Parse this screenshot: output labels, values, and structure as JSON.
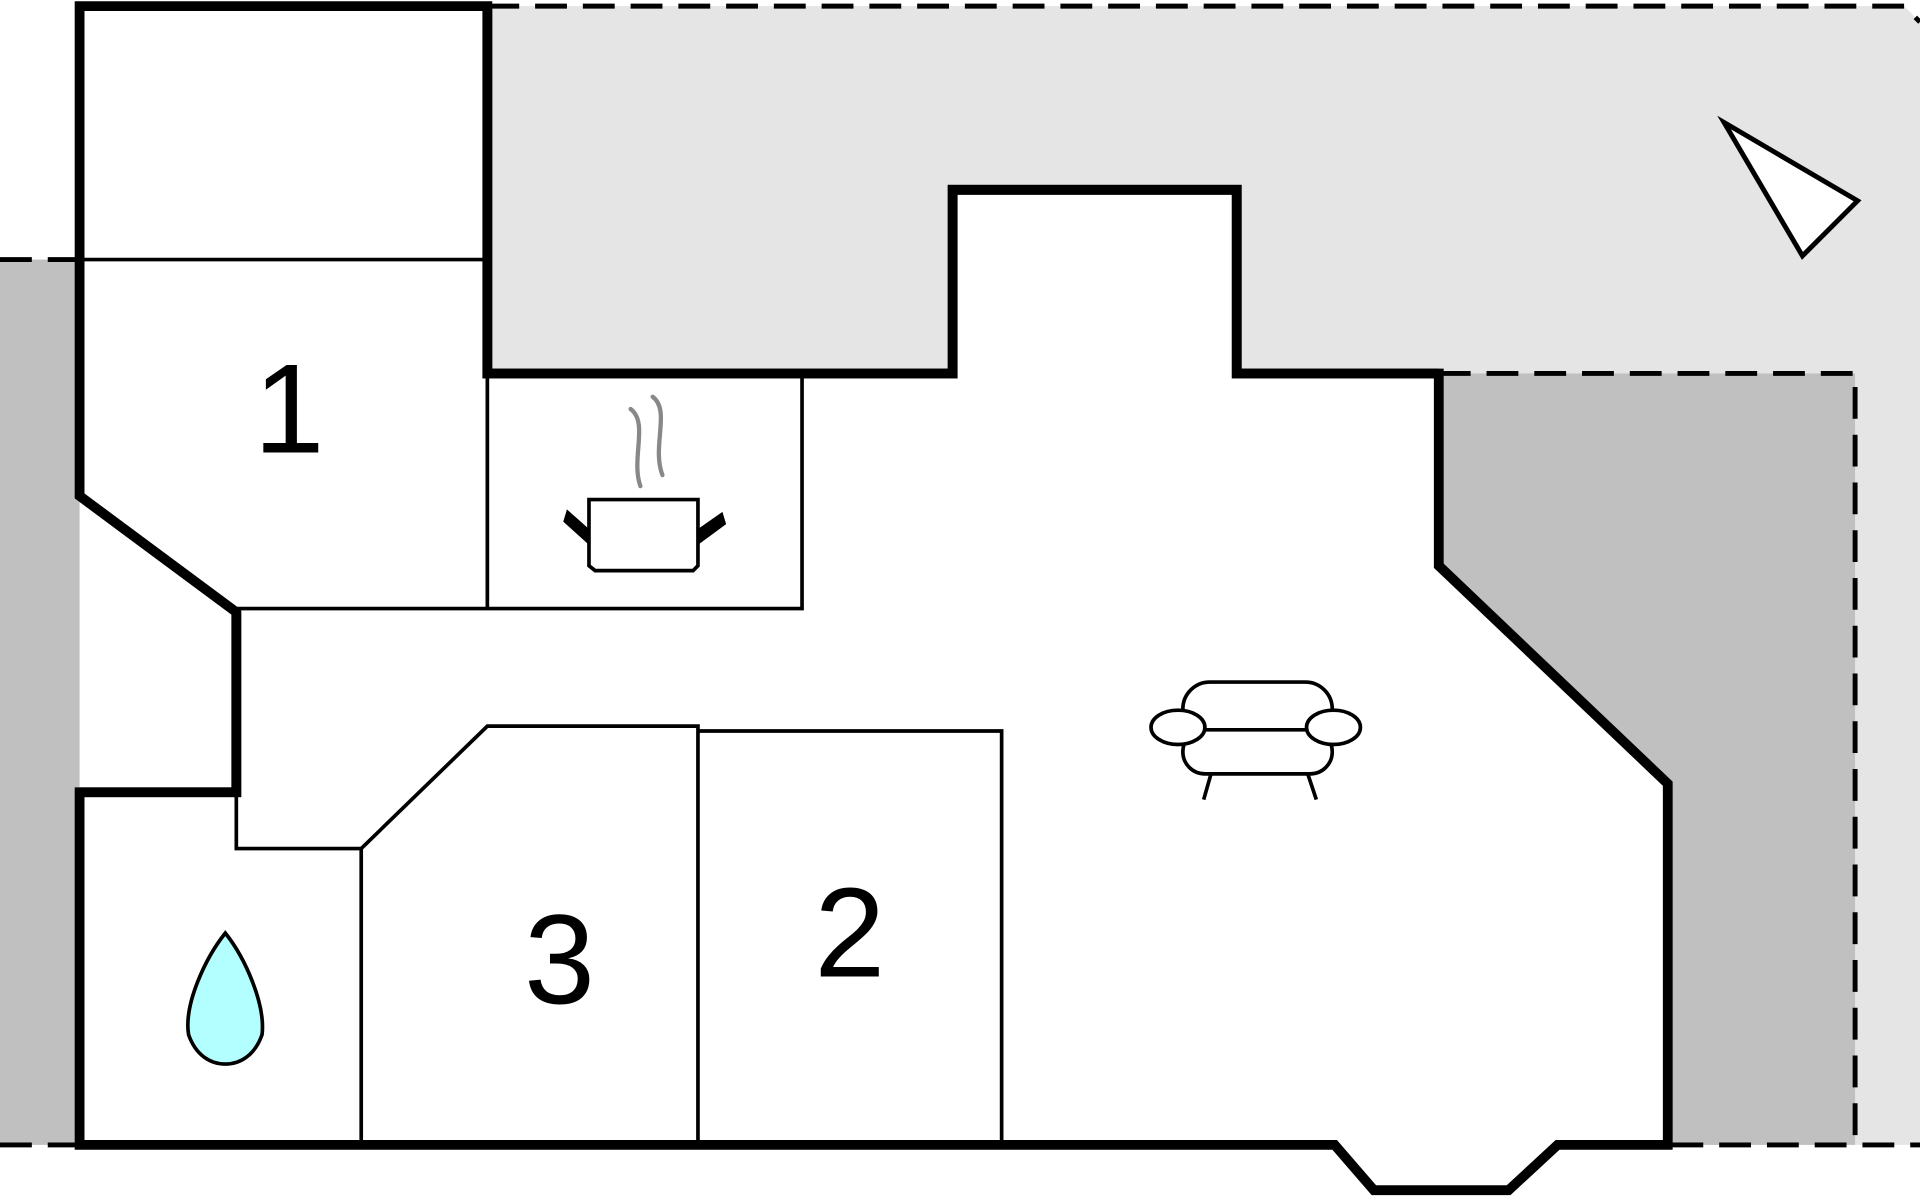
{
  "floorplan": {
    "rooms": [
      {
        "id": "bedroom-1",
        "label": "1"
      },
      {
        "id": "bedroom-2",
        "label": "2"
      },
      {
        "id": "bedroom-3",
        "label": "3"
      }
    ],
    "icons": [
      "kitchen-pot-icon",
      "living-sofa-icon",
      "bathroom-water-drop-icon",
      "north-arrow-icon"
    ],
    "colors": {
      "terrace_light": "#e5e5e5",
      "terrace_dark": "#c0c0c0",
      "wall": "#000000",
      "water": "#b3ffff"
    }
  }
}
